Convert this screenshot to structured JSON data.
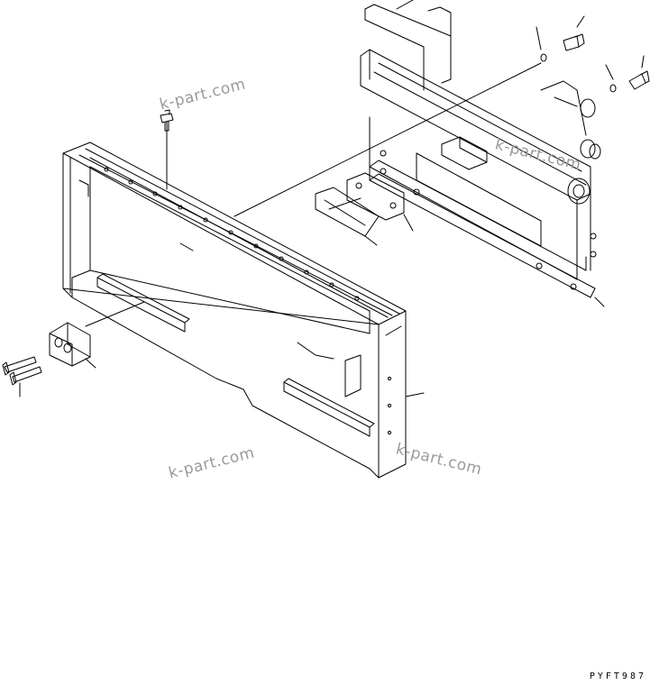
{
  "watermarks": [
    "k-part.com",
    "k-part.com",
    "k-part.com",
    "k-part.com"
  ],
  "drawing_code": "PYFT987",
  "colors": {
    "line": "#000000",
    "watermark": "#9a9a9a",
    "background": "#ffffff"
  }
}
